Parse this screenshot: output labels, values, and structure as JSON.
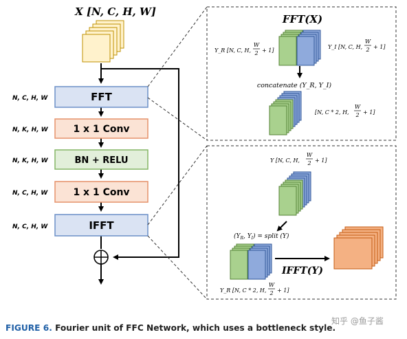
{
  "input_label": "X [N, C, H, W]",
  "main_blocks": [
    {
      "label": "FFT",
      "dims": "N, C, H, W"
    },
    {
      "label": "1 x 1 Conv",
      "dims": "N, K, H, W"
    },
    {
      "label": "BN + RELU",
      "dims": "N, K, H, W"
    },
    {
      "label": "1 x 1 Conv",
      "dims": "N, C, H, W"
    },
    {
      "label": "IFFT",
      "dims": "N, C, H, W"
    }
  ],
  "fft_panel": {
    "title": "FFT(X)",
    "y_r": "Y_R [N, C, H,",
    "y_i": "Y_I [N, C, H,",
    "half_w_num": "W",
    "half_w_den": "2",
    "plus_one": "+ 1]",
    "concat": "concatenate (Y_R, Y_I)",
    "concat_dims": "[N, C * 2, H,"
  },
  "ifft_panel": {
    "y_label": "Y [N, C, H,",
    "split": "(Y",
    "split_r": "R",
    "split_sep": ", Y",
    "split_i": "I",
    "split_rest": ") = split (Y)",
    "title": "IFFT(Y)",
    "bottom_label": "Y_R [N, C * 2, H,"
  },
  "caption": {
    "figure": "FIGURE 6.",
    "text": "Fourier unit of FFC Network, which uses a bottleneck style."
  },
  "watermark": "知乎 @鱼子酱",
  "colors": {
    "blue_fill": "#dae3f3",
    "blue_stroke": "#6b8fc7",
    "orange_fill": "#fbe3d5",
    "orange_stroke": "#e5916a",
    "green_fill": "#e2efda",
    "green_stroke": "#84b565",
    "cube_yellow": "#fff2cc",
    "cube_green": "#a9d18e",
    "cube_blue": "#8faadc",
    "cube_salmon": "#f4b183"
  }
}
